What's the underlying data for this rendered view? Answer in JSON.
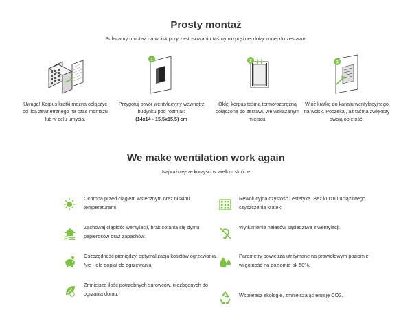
{
  "section1": {
    "title": "Prosty montaż",
    "subtitle": "Polecamy montaż na wcisk przy zastosowaniu taśmy rozprężnej dołączonej do zestawu.",
    "steps": [
      {
        "badge": "",
        "text": "Uwaga! Korpus kratki można odłączyć od lica zewnętrznego na czas montażu lub w celu umycia.",
        "bold": ""
      },
      {
        "badge": "1",
        "text": "Przygotuj otwór wentylacyjny wewnątrz budynku pod rozmiar:",
        "bold": "(14x14 - 15,5x15,5) cm"
      },
      {
        "badge": "2",
        "text": "Oklej korpus taśmą termorozprężną dołączoną do zestawu we wskazanym miejscu.",
        "bold": ""
      },
      {
        "badge": "3",
        "text": "Włóż kratkę do kanału wentylacyjnego na wcisk. Poczekaj, aż taśma zwiększy swoją objętość.",
        "bold": ""
      }
    ]
  },
  "section2": {
    "title": "We make wentilation work again",
    "subtitle": "Najważniejsze korzyści w wielkim skrócie",
    "benefits_left": [
      {
        "icon": "thermometer-sun-icon",
        "text": "Ochrona przed ciągiem wstecznym oraz niskimi temperaturami"
      },
      {
        "icon": "house-wind-icon",
        "text": "Zachowaj ciągłość wentylacji, brak cofania się dymu papierosów oraz zapachów."
      },
      {
        "icon": "piggy-bank-icon",
        "text": "Oszczędność pieniędzy, optymalizacja kosztów ogrzewania. Nie - dla dopłat do ogrzewania!"
      },
      {
        "icon": "eco-leaf-icon",
        "text": "Zmniejsza ilość potrzebnych surowców, niezbędnych  do ogrzania domu."
      }
    ],
    "benefits_right": [
      {
        "icon": "grid-vent-icon",
        "text": "Rewolucyjna czystość i estetyka. Bez kurzu i uciążliwego czyszczenia kratek"
      },
      {
        "icon": "ear-mute-icon",
        "text": "Wytłumienie hałasów sąsiedztwa z wentylacji."
      },
      {
        "icon": "humidity-drops-icon",
        "text": "Parametry powietrza utrzymane na prawidłowym poziomie, wilgotność na poziomie ok 50%."
      },
      {
        "icon": "recycle-icon",
        "text": "Wspierasz ekologie, zmniejszając emisję CO2."
      }
    ]
  },
  "colors": {
    "accent": "#7cc243",
    "line": "#333333"
  }
}
